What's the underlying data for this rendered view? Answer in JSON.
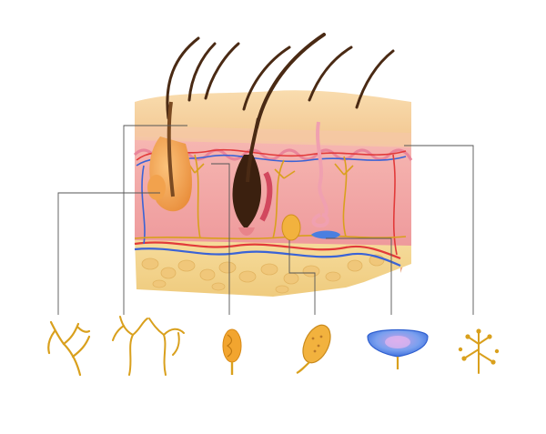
{
  "diagram": {
    "subject": "skin-cross-section",
    "colors": {
      "background": "#ffffff",
      "epidermis_top": "#f6cf9c",
      "epidermis_side": "#f0c08e",
      "dermis": "#f3a7a8",
      "dermis_dark": "#e78f93",
      "hypodermis": "#f3d38d",
      "fat_cells": "#ecc06f",
      "hair": "#4a2a14",
      "nerve": "#d9a01d",
      "artery": "#e23a3a",
      "vein": "#3a63d6",
      "leader_line": "#555555",
      "sebaceous_gland": "#f0a14a",
      "corpuscle": "#f2b23e",
      "bulb_corpuscle": "#4a7fe0"
    },
    "callouts": [
      {
        "id": "free-nerve-ending",
        "icon": "branching-nerve-icon"
      },
      {
        "id": "merkel-nerve-ending",
        "icon": "double-branch-nerve-icon"
      },
      {
        "id": "ruffini-ending",
        "icon": "spindle-corpuscle-icon"
      },
      {
        "id": "meissner-corpuscle",
        "icon": "oval-corpuscle-icon"
      },
      {
        "id": "krause-bulb",
        "icon": "bulb-corpuscle-icon"
      },
      {
        "id": "hair-root-plexus",
        "icon": "nerve-tree-icon"
      }
    ]
  }
}
